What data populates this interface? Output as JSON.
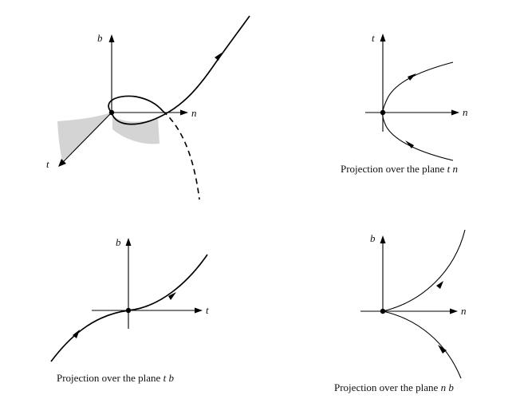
{
  "panels": {
    "frenet_3d": {
      "labels": {
        "b": "b",
        "n": "n",
        "t": "t"
      }
    },
    "projection_tn": {
      "labels": {
        "t": "t",
        "n": "n"
      },
      "caption": {
        "text": "Projection over the plane ",
        "var1": "t",
        "var2": "n"
      }
    },
    "projection_tb": {
      "labels": {
        "b": "b",
        "t": "t"
      },
      "caption": {
        "text": "Projection over the plane ",
        "var1": "t",
        "var2": "b"
      }
    },
    "projection_nb": {
      "labels": {
        "b": "b",
        "n": "n"
      },
      "caption": {
        "text": "Projection over the plane ",
        "var1": "n",
        "var2": "b"
      }
    }
  },
  "colors": {
    "ink": "#000000",
    "surface": "#d4d4d4",
    "background": "#ffffff"
  }
}
